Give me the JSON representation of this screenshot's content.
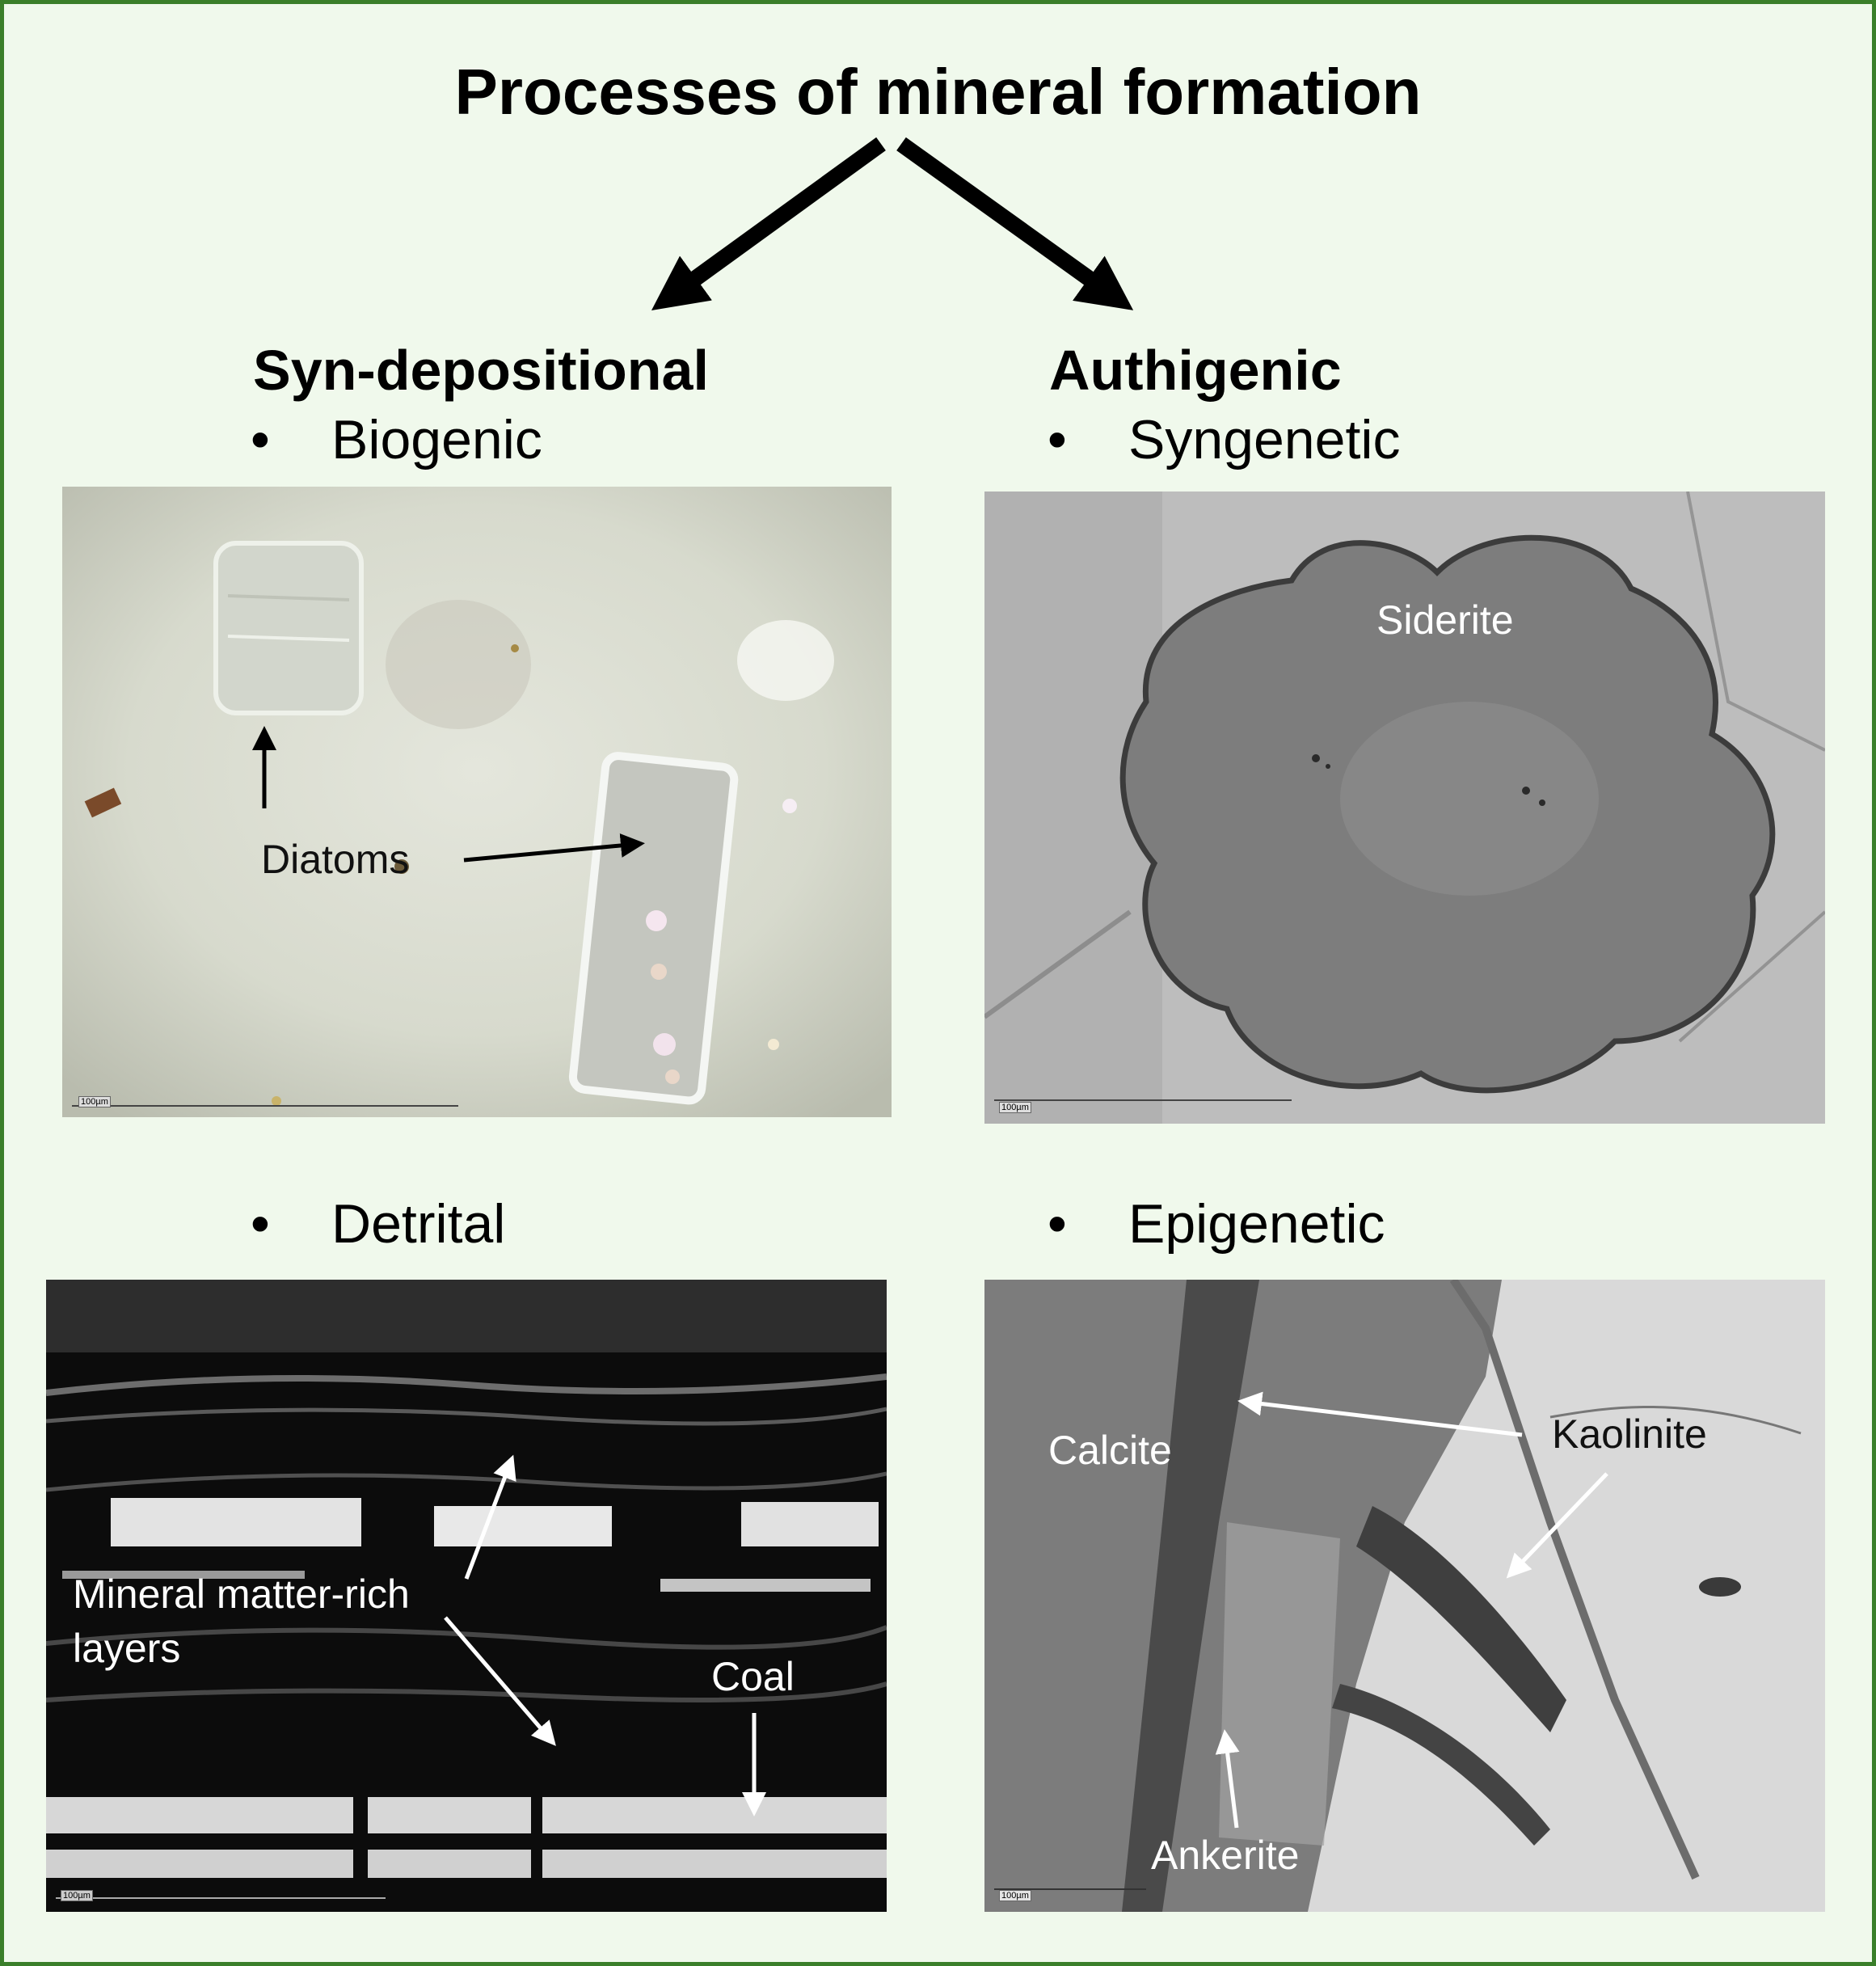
{
  "title": "Processes of mineral formation",
  "left": {
    "heading": "Syn-depositional",
    "bullet_symbol": "•",
    "biogenic": {
      "label": "Biogenic",
      "annotation": "Diatoms",
      "scale": "100µm"
    },
    "detrital": {
      "label": "Detrital",
      "annotation_line1": "Mineral matter-rich",
      "annotation_line2": "layers",
      "coal": "Coal",
      "scale": "100µm"
    }
  },
  "right": {
    "heading": "Authigenic",
    "bullet_symbol": "•",
    "syngenetic": {
      "label": "Syngenetic",
      "annotation": "Siderite",
      "scale": "100µm"
    },
    "epigenetic": {
      "label": "Epigenetic",
      "calcite": "Calcite",
      "kaolinite": "Kaolinite",
      "ankerite": "Ankerite",
      "scale": "100µm"
    }
  },
  "colors": {
    "background": "#f0f9ec",
    "border": "#3a7f2a"
  }
}
